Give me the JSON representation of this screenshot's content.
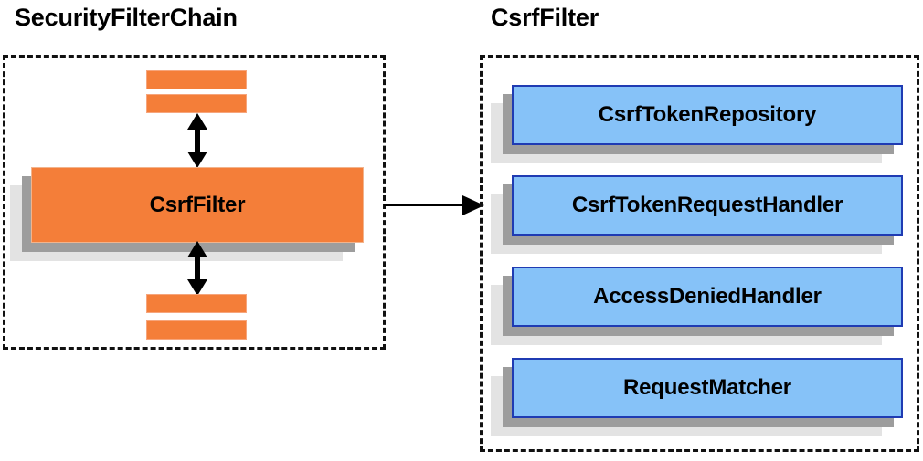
{
  "diagram": {
    "title_left": "SecurityFilterChain",
    "title_right": "CsrfFilter",
    "colors": {
      "component_fill": "#86c2f8",
      "component_border": "#1f3bb3",
      "filter_fill": "#f47e39",
      "filter_border": "#f6a57c",
      "shadow_dark": "#9d9d9d",
      "shadow_light": "#e3e3e3",
      "outline": "#111111",
      "text": "#000000"
    }
  },
  "left_panel": {
    "title": "SecurityFilterChain",
    "filter": {
      "label": "CsrfFilter"
    },
    "filters_above": [
      "",
      ""
    ],
    "filters_below": [
      "",
      ""
    ],
    "arrow_up": "bidirectional",
    "arrow_down": "bidirectional"
  },
  "connector": {
    "label": "",
    "direction": "left-to-right"
  },
  "right_panel": {
    "title": "CsrfFilter",
    "components": [
      {
        "label": "CsrfTokenRepository"
      },
      {
        "label": "CsrfTokenRequestHandler"
      },
      {
        "label": "AccessDeniedHandler"
      },
      {
        "label": "RequestMatcher"
      }
    ]
  }
}
